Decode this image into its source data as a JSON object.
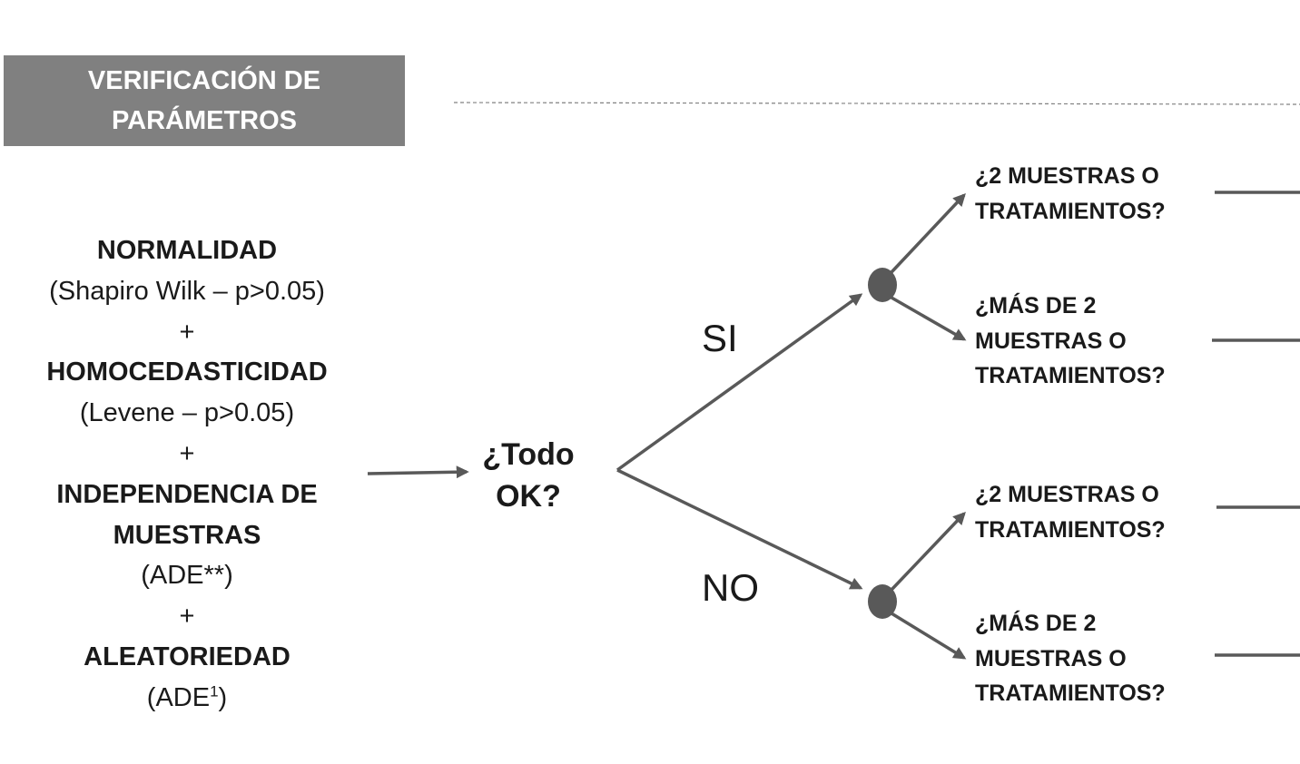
{
  "header": {
    "title_line1": "VERIFICACIÓN DE",
    "title_line2": "PARÁMETROS"
  },
  "parameters": {
    "normalidad": "NORMALIDAD",
    "normalidad_test": "(Shapiro  Wilk – p>0.05)",
    "plus": "+",
    "homocedasticidad": "HOMOCEDASTICIDAD",
    "homocedasticidad_test": "(Levene – p>0.05)",
    "independencia_line1": "INDEPENDENCIA DE",
    "independencia_line2": "MUESTRAS",
    "independencia_test": "(ADE**)",
    "aleatoriedad": "ALEATORIEDAD",
    "aleatoriedad_test_prefix": "(ADE",
    "aleatoriedad_test_sup": "1",
    "aleatoriedad_test_suffix": ")"
  },
  "decision": {
    "line1": "¿Todo",
    "line2": "OK?"
  },
  "branches": {
    "yes": "SI",
    "no": "NO"
  },
  "questions": {
    "si_two": [
      "¿2 MUESTRAS O",
      "TRATAMIENTOS?"
    ],
    "si_more": [
      "¿MÁS DE 2",
      "MUESTRAS O",
      "TRATAMIENTOS?"
    ],
    "no_two": [
      "¿2 MUESTRAS O",
      "TRATAMIENTOS?"
    ],
    "no_more": [
      "¿MÁS DE 2",
      "MUESTRAS O",
      "TRATAMIENTOS?"
    ]
  },
  "colors": {
    "title_bg": "#808080",
    "line": "#595959",
    "node": "#595959"
  }
}
